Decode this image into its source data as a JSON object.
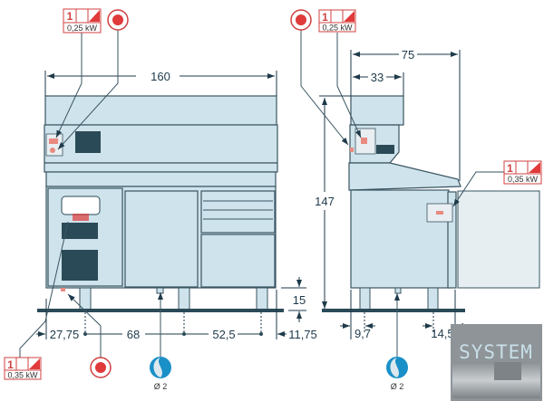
{
  "colors": {
    "accent_red": "#e03a3a",
    "water_blue": "#1a90c8",
    "body": "#cfe3ec",
    "outline": "#2b4a58"
  },
  "front_view": {
    "width_label": "160",
    "leg_height_label": "15",
    "leg_spacing": [
      "27,75",
      "68",
      "52,5",
      "11,75"
    ],
    "power_top": {
      "phase": "1",
      "kw": "0,25 kW"
    },
    "power_bottom": {
      "phase": "1",
      "kw": "0,35 kW"
    },
    "water": {
      "icon": "water-drain-icon",
      "label": "Ø 2"
    },
    "electric_icon": "electric-connection-icon"
  },
  "side_view": {
    "depth_label": "75",
    "top_depth_label": "33",
    "height_label": "147",
    "leg_offsets": [
      "9,7",
      "14,5"
    ],
    "power_top": {
      "phase": "1",
      "kw": "0,25 kW"
    },
    "power_right": {
      "phase": "1",
      "kw": "0,35 kW"
    },
    "water": {
      "icon": "water-drain-icon",
      "label": "Ø 2"
    }
  },
  "logo": {
    "text": "SYSTEM"
  }
}
